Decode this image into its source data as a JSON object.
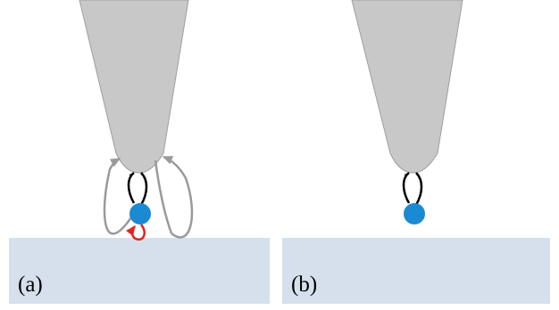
{
  "panels": [
    {
      "id": "a",
      "label": "(a)"
    },
    {
      "id": "b",
      "label": "(b)"
    }
  ],
  "colors": {
    "tip_fill": "#c8c8c8",
    "tip_stroke": "#9e9e9e",
    "sample_fill": "#d5e0ec",
    "particle_fill": "#1a8ad3",
    "arrow_black": "#000000",
    "arrow_gray": "#9a9a9a",
    "arrow_red": "#e3231c"
  }
}
